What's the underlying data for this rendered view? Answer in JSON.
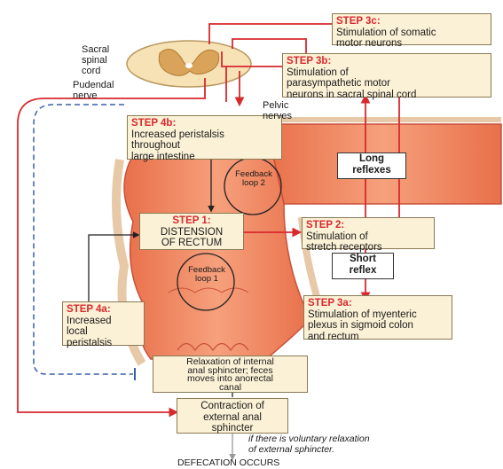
{
  "steps": {
    "s1": {
      "label": "STEP 1:",
      "text": "DISTENSION\nOF RECTUM"
    },
    "s2": {
      "label": "STEP 2:",
      "text": "Stimulation of\nstretch receptors"
    },
    "s3a": {
      "label": "STEP 3a:",
      "text": "Stimulation of myenteric\nplexus in sigmoid colon\nand rectum"
    },
    "s3b": {
      "label": "STEP 3b:",
      "text": "Stimulation of\nparasympathetic motor\nneurons in sacral spinal cord"
    },
    "s3c": {
      "label": "STEP 3c:",
      "text": "Stimulation of somatic\nmotor neurons"
    },
    "s4a": {
      "label": "STEP 4a:",
      "text": "Increased\nlocal\nperistalsis"
    },
    "s4b": {
      "label": "STEP 4b:",
      "text": "Increased peristalsis\nthroughout\nlarge intestine"
    }
  },
  "reflexes": {
    "long": "Long\nreflexes",
    "short": "Short\nreflex"
  },
  "feedback": {
    "loop1": "Feedback\nloop 1",
    "loop2": "Feedback\nloop 2"
  },
  "labels": {
    "sacral": "Sacral\nspinal\ncord",
    "pudendal": "Pudendal\nnerve",
    "pelvic": "Pelvic\nnerves"
  },
  "outcomes": {
    "relaxation": "Relaxation of internal\nanal sphincter; feces\nmoves into anorectal\ncanal",
    "contraction": "Contraction of\nexternal anal\nsphincter",
    "voluntary": "if there is voluntary relaxation\nof external sphincter.",
    "defecation": "DEFECATION OCCURS"
  },
  "colors": {
    "arrow": "#d8292d",
    "inhibit": "#3a5fa8",
    "tissue": "#f08a62",
    "box": "#fbf1d6"
  }
}
